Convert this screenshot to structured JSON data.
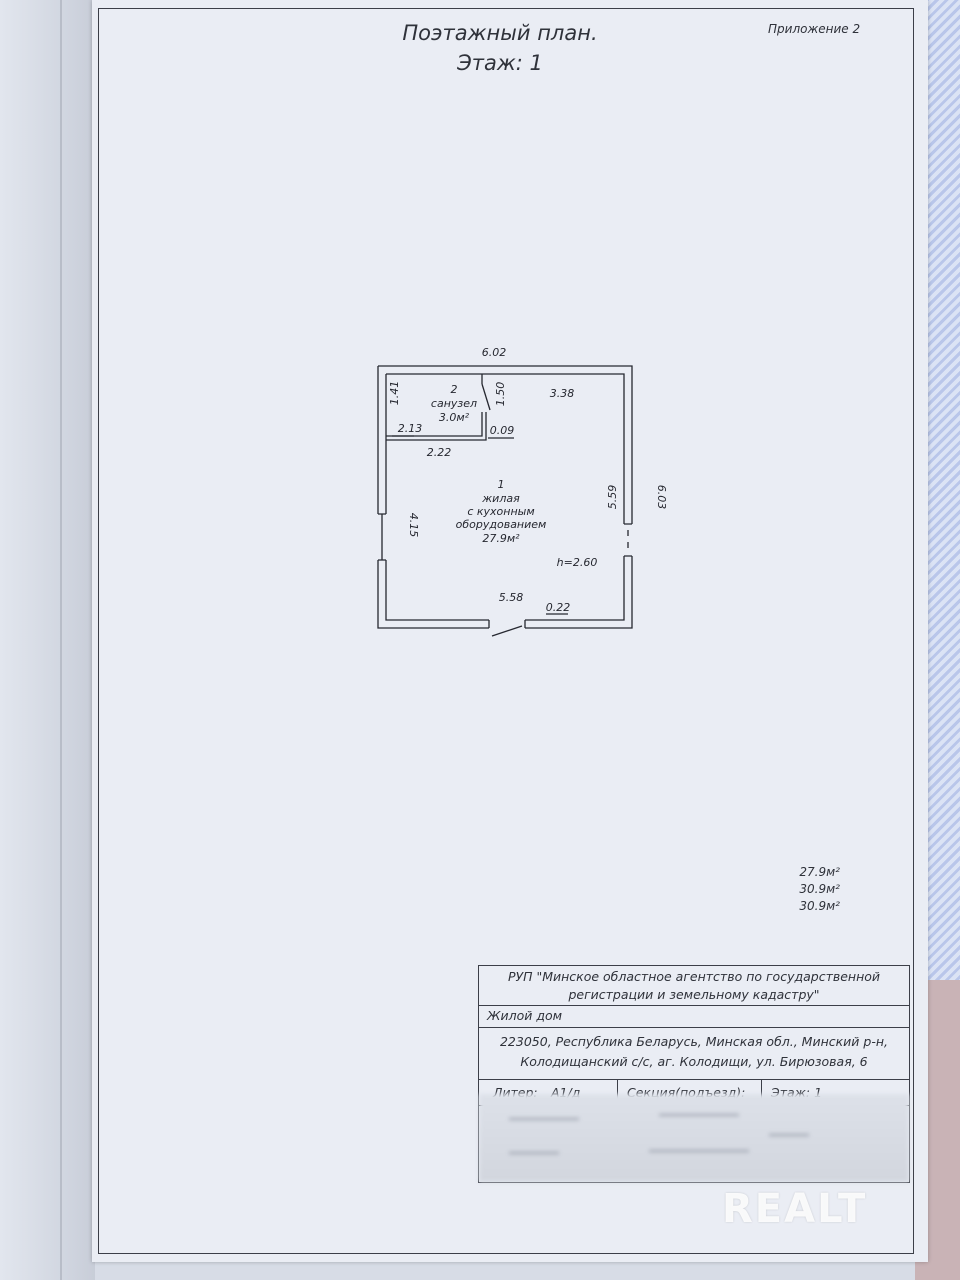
{
  "document": {
    "title_line1": "Поэтажный план.",
    "title_line2": "Этаж: 1",
    "appendix": "Приложение 2"
  },
  "plan": {
    "dim_top": "6.02",
    "dim_right": "6.03",
    "room2": {
      "number": "2",
      "name": "санузел",
      "area": "3.0м²"
    },
    "room1": {
      "number": "1",
      "name_line1": "жилая",
      "name_line2": "с кухонным",
      "name_line3": "оборудованием",
      "area": "27.9м²"
    },
    "dims": {
      "d141": "1.41",
      "d150": "1.50",
      "d338": "3.38",
      "d213": "2.13",
      "d009": "0.09",
      "d222": "2.22",
      "d559": "5.59",
      "d415": "4.15",
      "height": "h=2.60",
      "d558": "5.58",
      "d022": "0.22"
    }
  },
  "totals": [
    "27.9м²",
    "30.9м²",
    "30.9м²"
  ],
  "stamp": {
    "org_line1": "РУП \"Минское областное агентство по государственной",
    "org_line2": "регистрации и земельному кадастру\"",
    "object": "Жилой дом",
    "addr_line1": "223050, Республика Беларусь, Минская обл., Минский р-н,",
    "addr_line2": "Колодищанский с/с, аг. Колодищи, ул. Бирюзовая, 6",
    "liter_label": "Литер:",
    "liter_value": "А1/д",
    "section_label": "Секция(подъезд):",
    "floor_label": "Этаж: 1"
  },
  "watermark": "REALT",
  "colors": {
    "paper": "#eaedf4",
    "ink": "#262830"
  }
}
